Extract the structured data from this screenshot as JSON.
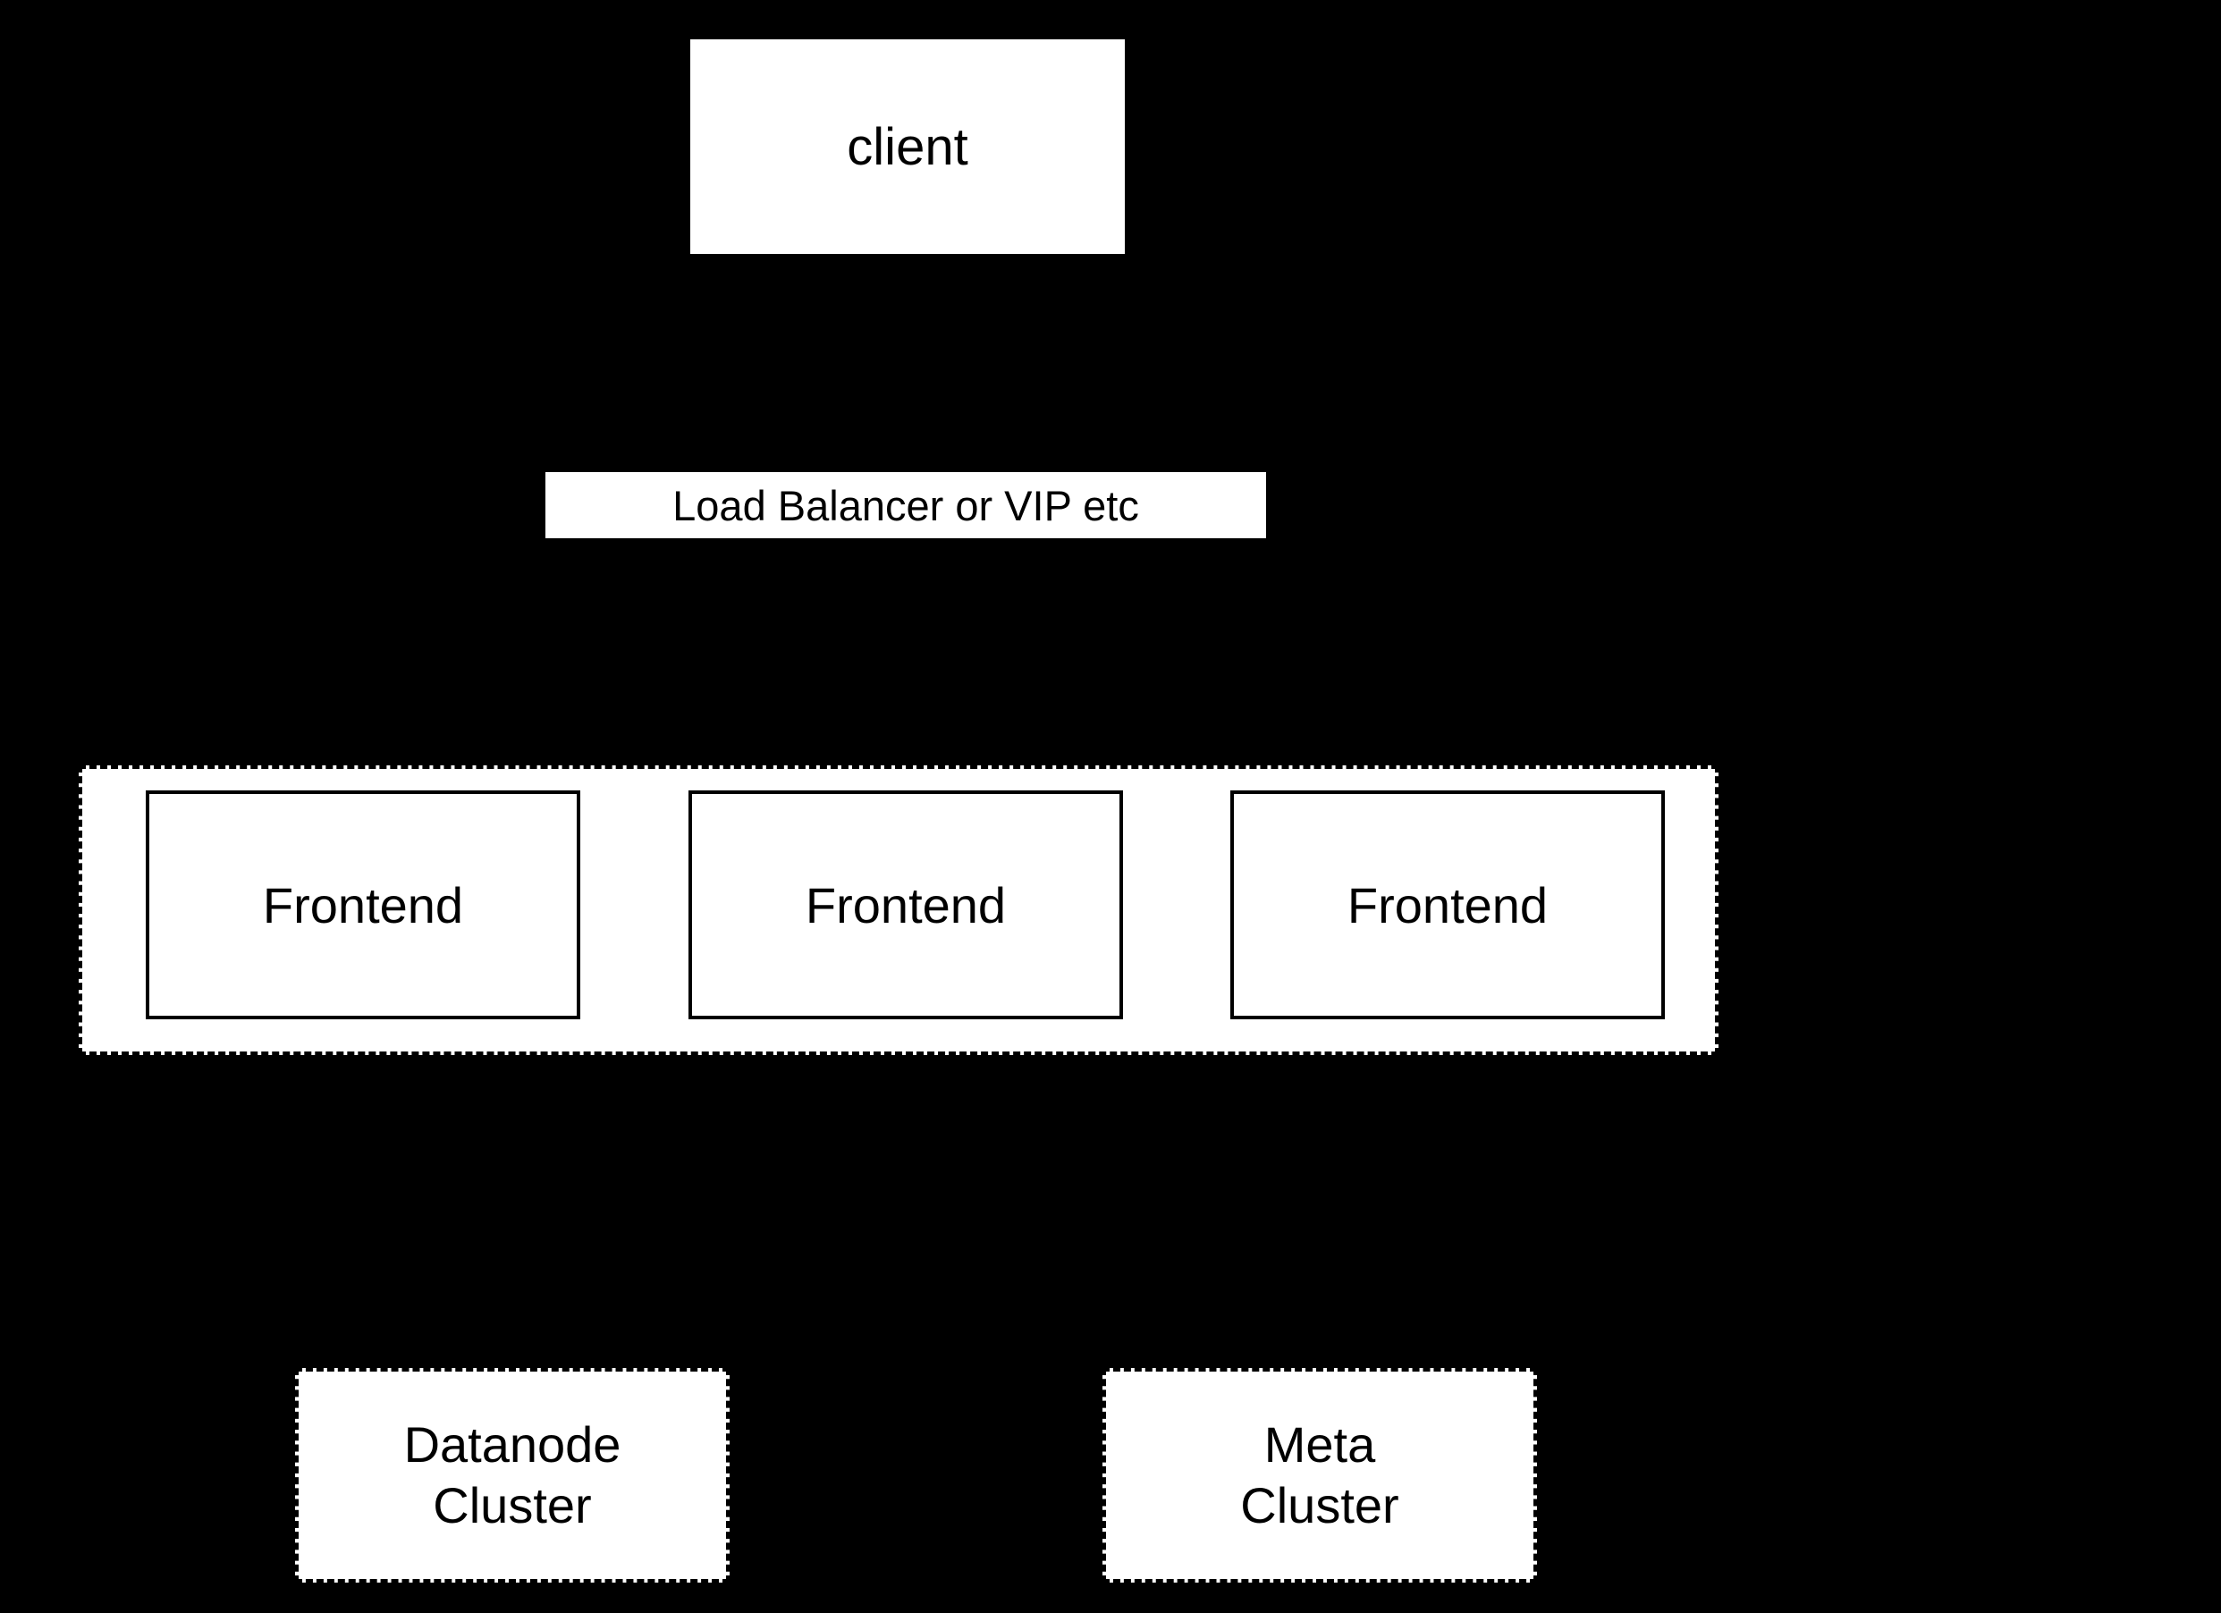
{
  "colors": {
    "background": "#000000",
    "node_fill": "#ffffff",
    "line_and_text": "#000000"
  },
  "nodes": {
    "client": {
      "label": "client"
    },
    "load_balancer": {
      "label": "Load Balancer or VIP etc"
    },
    "frontends": [
      {
        "label": "Frontend"
      },
      {
        "label": "Frontend"
      },
      {
        "label": "Frontend"
      }
    ],
    "datanode_cluster": {
      "label": "Datanode\nCluster"
    },
    "meta_cluster": {
      "label": "Meta\nCluster"
    }
  }
}
